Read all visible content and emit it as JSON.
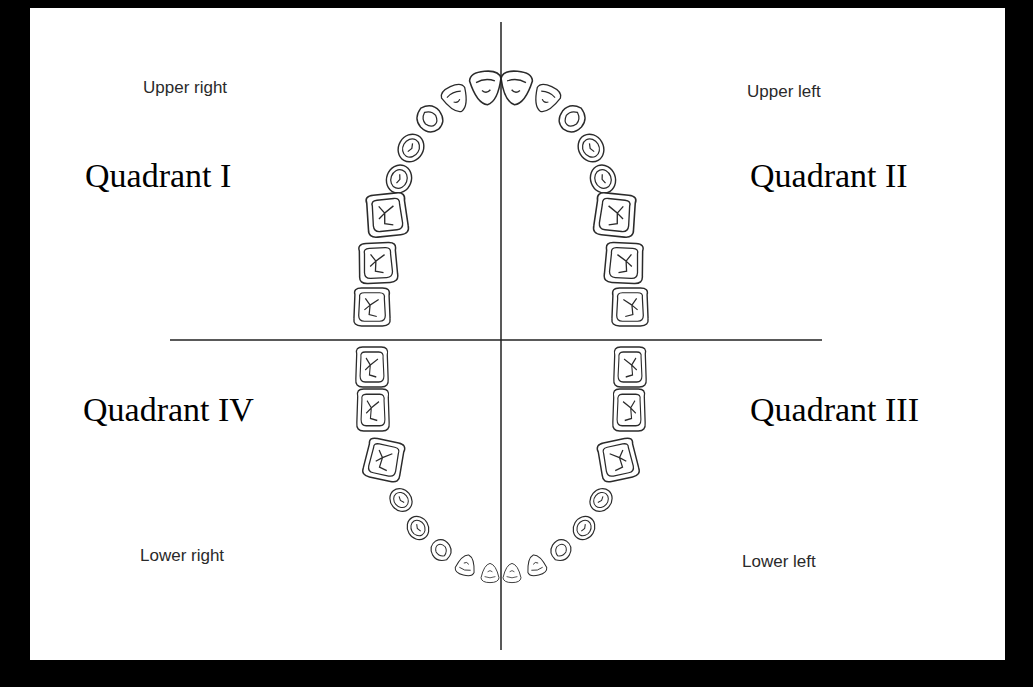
{
  "diagram": {
    "labels": [
      "Upper right",
      "Upper left",
      "Quadrant I",
      "Quadrant II",
      "Quadrant IV",
      "Quadrant III",
      "Lower right",
      "Lower left"
    ]
  }
}
